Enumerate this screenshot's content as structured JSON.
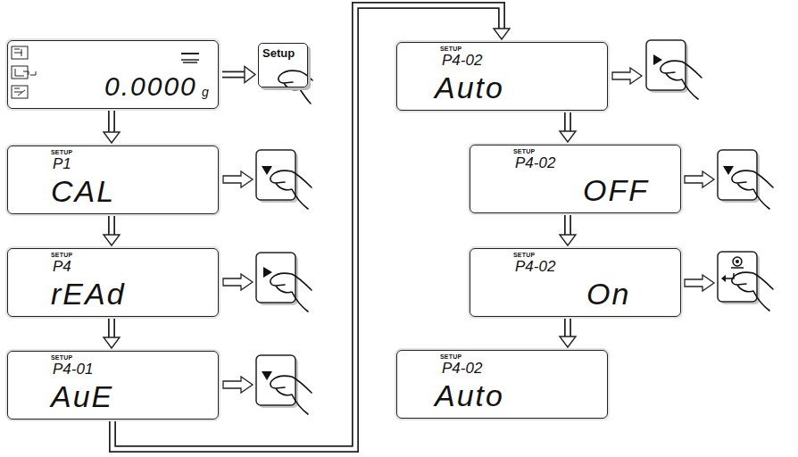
{
  "diagram": {
    "nodes": [
      {
        "text": [
          "0.0000",
          "g"
        ]
      },
      {
        "text": [
          "Setup"
        ]
      },
      {
        "text": [
          "SETUP",
          "P1",
          "CAL"
        ]
      },
      {
        "text": [
          "SETUP",
          "P4",
          "rEAd"
        ]
      },
      {
        "text": [
          "SETUP",
          "P4-01",
          "AuE"
        ]
      },
      {
        "text": [
          "SETUP",
          "P4-02",
          "Auto"
        ]
      },
      {
        "text": [
          "SETUP",
          "P4-02",
          "OFF"
        ]
      },
      {
        "text": [
          "SETUP",
          "P4-02",
          "On"
        ]
      },
      {
        "text": [
          "SETUP",
          "P4-02",
          "Auto"
        ]
      }
    ],
    "edges": [
      {
        "from": 0,
        "to": 1,
        "arrow": "to"
      },
      {
        "from": 0,
        "to": 2,
        "arrow": "to"
      },
      {
        "from": 2,
        "to": 3,
        "arrow": "to"
      },
      {
        "from": 3,
        "to": 4,
        "arrow": "to"
      },
      {
        "from": 4,
        "to": 5,
        "arrow": "to"
      },
      {
        "from": 5,
        "to": 6,
        "arrow": "to"
      },
      {
        "from": 6,
        "to": 7,
        "arrow": "to"
      },
      {
        "from": 7,
        "to": 8,
        "arrow": "to"
      }
    ]
  }
}
